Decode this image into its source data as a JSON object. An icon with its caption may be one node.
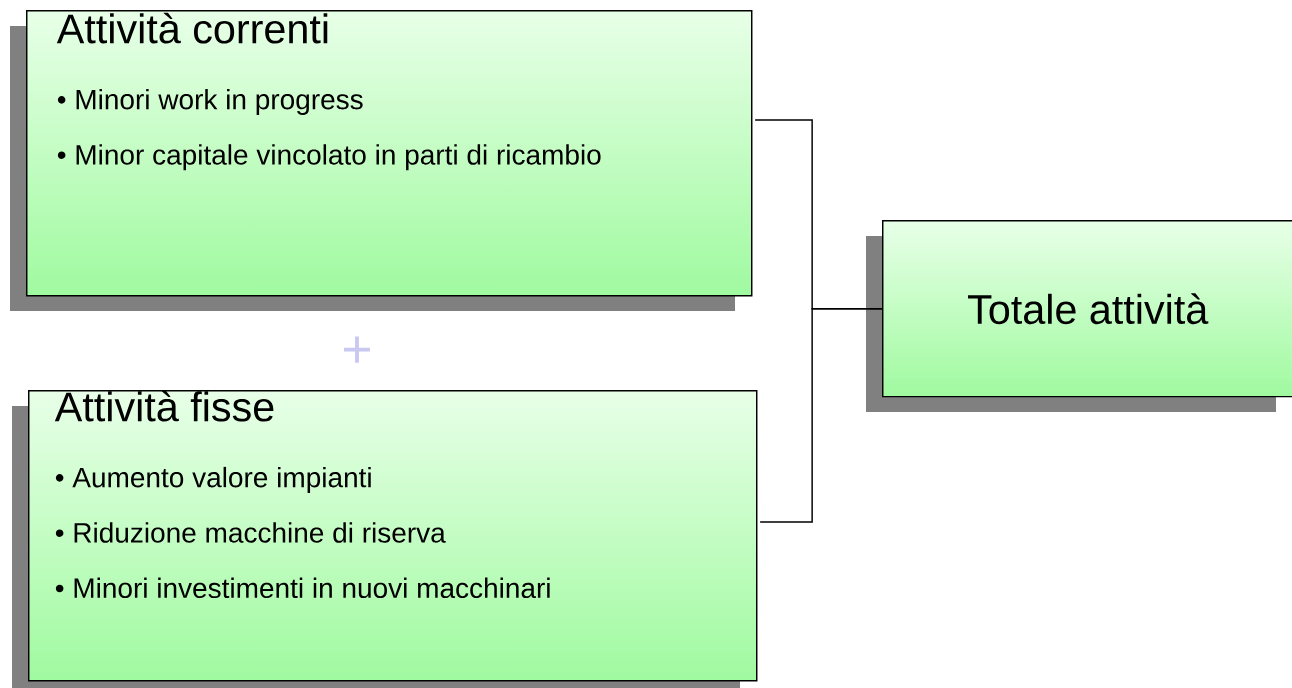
{
  "diagram": {
    "nodes": [
      {
        "text": [
          "Attività correnti",
          "• Minori work in progress",
          "• Minor capitale vincolato in parti di ricambio"
        ]
      },
      {
        "text": [
          "Attività fisse",
          "• Aumento valore impianti",
          "• Riduzione macchine di riserva",
          "• Minori investimenti in nuovi macchinari"
        ]
      },
      {
        "text": [
          "Totale attività"
        ]
      }
    ],
    "edges": [
      {
        "from": 0,
        "to": 2,
        "arrow": "none"
      },
      {
        "from": 1,
        "to": 2,
        "arrow": "none"
      }
    ],
    "labels": [
      "+"
    ]
  }
}
